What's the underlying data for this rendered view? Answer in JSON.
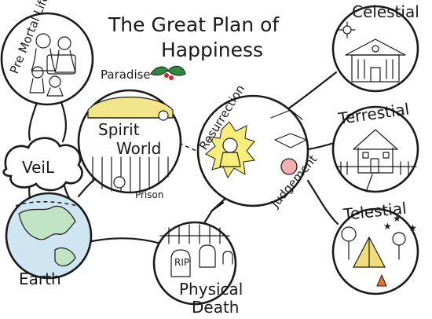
{
  "title": {
    "line1": "The Great Plan of",
    "line2": "Happiness"
  },
  "stages": {
    "pre_mortal": "Pre Mortal Life",
    "veil": "VeiL",
    "earth": "Earth",
    "paradise": "Paradise",
    "spirit_world_1": "Spirit",
    "spirit_world_2": "World",
    "prison": "Prison",
    "physical_death_1": "Physical",
    "physical_death_2": "Death",
    "resurrection": "Resurrection",
    "judgement": "Judgement",
    "celestial": "Celestial",
    "terrestial": "Terrestial",
    "telestial": "Telestial",
    "rip": "RIP"
  },
  "colors": {
    "ink": "#1a1a1a",
    "paradise_yellow": "#f3e58a",
    "glow_yellow": "#f7ee7a",
    "earth_green": "#bfe3c3",
    "earth_blue": "#cfe6f2",
    "holly_green": "#2f8a3c",
    "holly_red": "#d12a2a",
    "tent_yellow": "#f2dc7a",
    "fire_orange": "#e8752a"
  }
}
